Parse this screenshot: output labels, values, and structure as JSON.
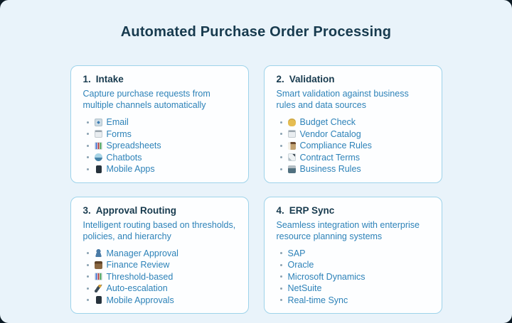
{
  "page": {
    "title": "Automated Purchase Order Processing"
  },
  "colors": {
    "outer": "#0c1a24",
    "page_bg": "#e9f3fa",
    "card_bg": "#fdfeff",
    "card_border": "#9ed3ea",
    "heading": "#173a4e",
    "body_text": "#2d82b8",
    "bullet": "#8aa2b2"
  },
  "cards": [
    {
      "number": "1.",
      "title": "Intake",
      "description": "Capture purchase requests from multiple channels automatically",
      "items": [
        {
          "icon": "📧",
          "icon_name": "email-icon",
          "label": "Email"
        },
        {
          "icon": "📋",
          "icon_name": "clipboard-icon",
          "label": "Forms"
        },
        {
          "icon": "📊",
          "icon_name": "bar-chart-icon",
          "label": "Spreadsheets"
        },
        {
          "icon": "🤖",
          "icon_name": "robot-icon",
          "label": "Chatbots"
        },
        {
          "icon": "📱",
          "icon_name": "mobile-phone-icon",
          "label": "Mobile Apps"
        }
      ]
    },
    {
      "number": "2.",
      "title": "Validation",
      "description": "Smart validation against business rules and data sources",
      "items": [
        {
          "icon": "💰",
          "icon_name": "money-bag-icon",
          "label": "Budget Check"
        },
        {
          "icon": "📋",
          "icon_name": "clipboard-icon",
          "label": "Vendor Catalog"
        },
        {
          "icon": "🗃️",
          "icon_name": "file-box-icon",
          "label": "Compliance Rules"
        },
        {
          "icon": "📑",
          "icon_name": "bookmark-tabs-icon",
          "label": "Contract Terms"
        },
        {
          "icon": "🏛️",
          "icon_name": "building-icon",
          "label": "Business Rules"
        }
      ]
    },
    {
      "number": "3.",
      "title": "Approval Routing",
      "description": "Intelligent routing based on thresholds, policies, and hierarchy",
      "items": [
        {
          "icon": "👤",
          "icon_name": "person-icon",
          "label": "Manager Approval"
        },
        {
          "icon": "💼",
          "icon_name": "briefcase-icon",
          "label": "Finance Review"
        },
        {
          "icon": "📊",
          "icon_name": "bar-chart-icon",
          "label": "Threshold-based"
        },
        {
          "icon": "🏃",
          "icon_name": "runner-icon",
          "label": "Auto-escalation"
        },
        {
          "icon": "📱",
          "icon_name": "mobile-phone-icon",
          "label": "Mobile Approvals"
        }
      ]
    },
    {
      "number": "4.",
      "title": "ERP Sync",
      "description": "Seamless integration with enterprise resource planning systems",
      "items": [
        {
          "label": "SAP"
        },
        {
          "label": "Oracle"
        },
        {
          "label": "Microsoft Dynamics"
        },
        {
          "label": "NetSuite"
        },
        {
          "label": "Real-time Sync"
        }
      ]
    }
  ]
}
